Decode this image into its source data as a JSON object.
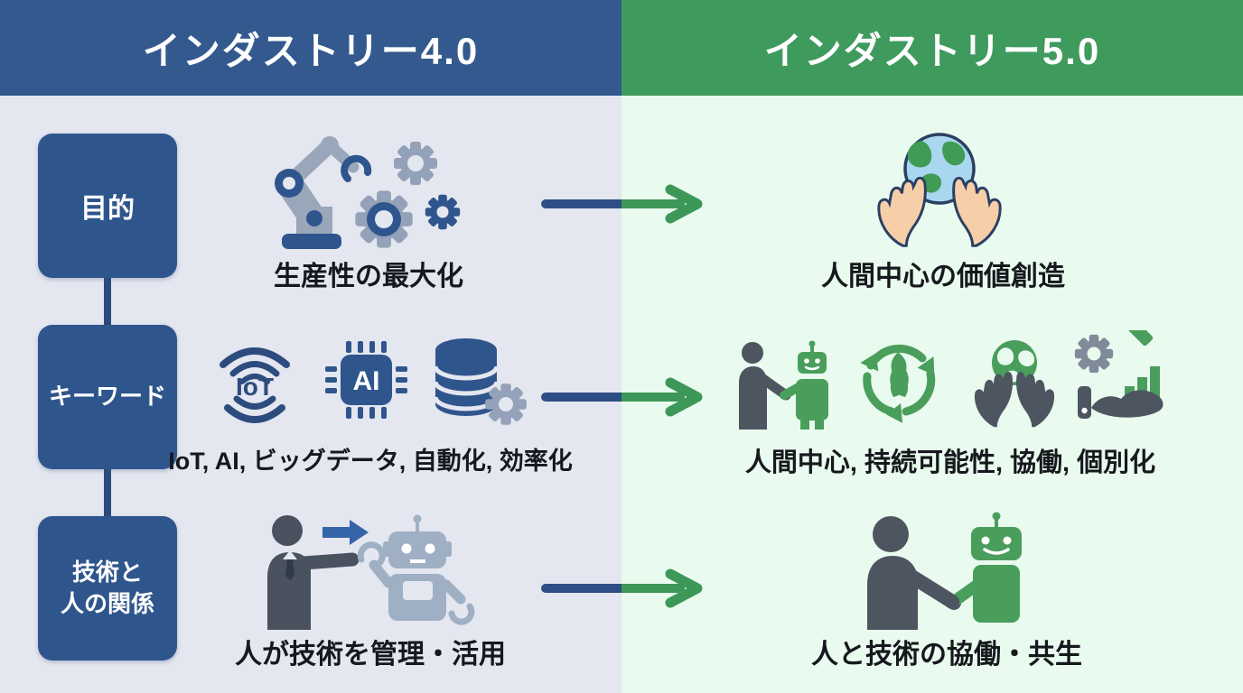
{
  "header": {
    "industry40": "インダストリー4.0",
    "industry50": "インダストリー5.0"
  },
  "row_labels": {
    "purpose": "目的",
    "keywords": "キーワード",
    "relationship_line1": "技術と",
    "relationship_line2": "人の関係"
  },
  "industry40_column": {
    "purpose_caption": "生産性の最大化",
    "keywords_caption": "IoT, AI, ビッグデータ, 自動化, 効率化",
    "relationship_caption": "人が技術を管理・活用"
  },
  "industry50_column": {
    "purpose_caption": "人間中心の価値創造",
    "keywords_caption": "人間中心, 持続可能性, 協働, 個別化",
    "relationship_caption": "人と技術の協働・共生"
  },
  "icon_labels": {
    "iot": "IoT",
    "ai": "AI"
  },
  "colors": {
    "header_blue": "#33598e",
    "header_green": "#3f9a5e",
    "bg_left": "#e4e6f0",
    "bg_right": "#e9faee",
    "box_blue": "#2f568c",
    "icon_navy": "#2d4c7e",
    "icon_gray": "#93a2b8",
    "icon_slate": "#4d5560",
    "icon_green": "#4a9e5c",
    "icon_light_gray": "#9fb0c4",
    "arrow_blue": "#2d4f85",
    "arrow_green": "#3d9758",
    "hand_skin": "#f6cfa9",
    "globe_ocean": "#aad7f0",
    "globe_land": "#3f9b55"
  }
}
